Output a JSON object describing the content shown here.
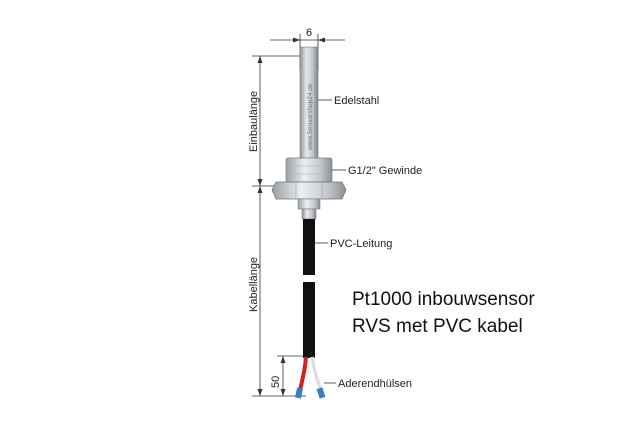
{
  "diagram": {
    "dimension_top": "6",
    "dimension_bottom": "50",
    "dimension_left_upper": "Einbaulänge",
    "dimension_left_lower": "Kabellänge",
    "watermark": "www.Sensorshop24.de",
    "callouts": {
      "tube": "Edelstahl",
      "thread": "G1/2\" Gewinde",
      "cable": "PVC-Leitung",
      "ferrules": "Aderendhülsen"
    }
  },
  "caption": {
    "line1": "Pt1000 inbouwsensor",
    "line2": "RVS met PVC kabel"
  },
  "colors": {
    "tube": "#c8ccd0",
    "cable": "#111111",
    "wire_red": "#d42020",
    "wire_white": "#f2f2f2",
    "ferrule_blue": "#3a78c8"
  }
}
